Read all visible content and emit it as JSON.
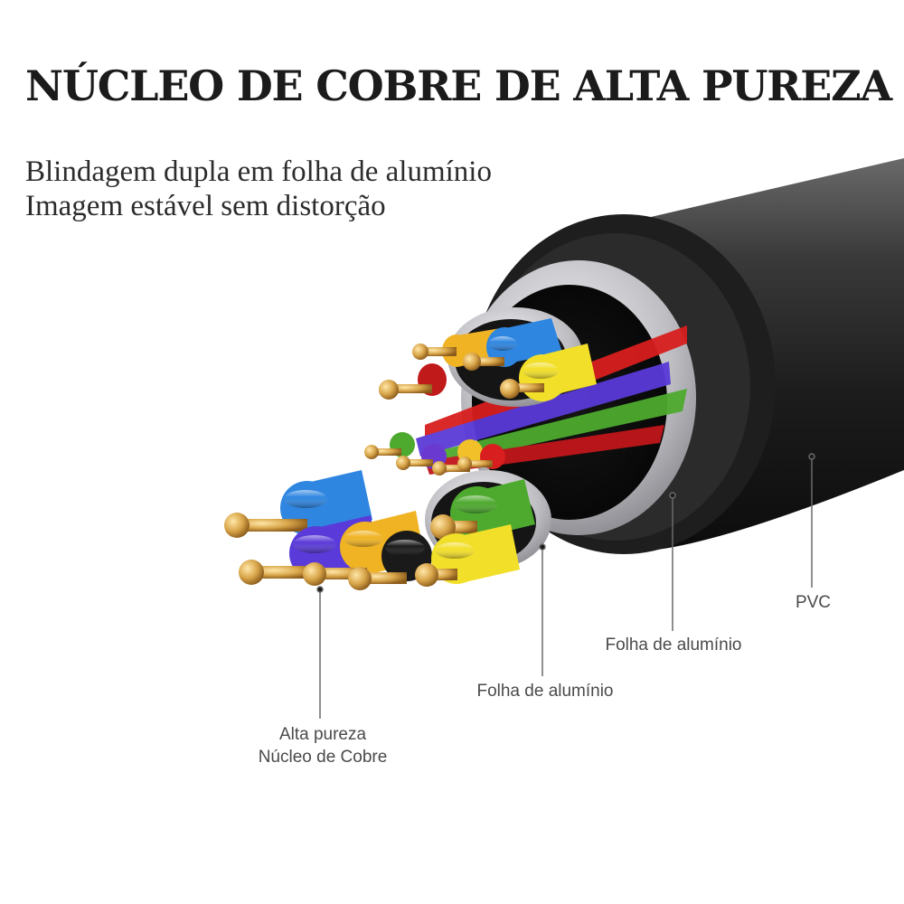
{
  "header": {
    "title": "NÚCLEO DE COBRE DE ALTA PUREZA",
    "subtitle_line1": "Blindagem dupla em folha de alumínio",
    "subtitle_line2": "Imagem estável sem distorção"
  },
  "callouts": {
    "pvc": "PVC",
    "outer_foil": "Folha de alumínio",
    "inner_foil": "Folha de alumínio",
    "core_line1": "Alta pureza",
    "core_line2": "Núcleo de Cobre"
  },
  "colors": {
    "jacket": "#2a2a2a",
    "copper": "#d9a64a",
    "foil": "#c9c9cc",
    "wire_blue": "#2f86e0",
    "wire_purple": "#5a3ad8",
    "wire_yellow": "#f2df2a",
    "wire_green": "#4eaa2e",
    "wire_orange": "#f0b324",
    "wire_red": "#d81e1e",
    "wire_black": "#1a1a1a"
  }
}
